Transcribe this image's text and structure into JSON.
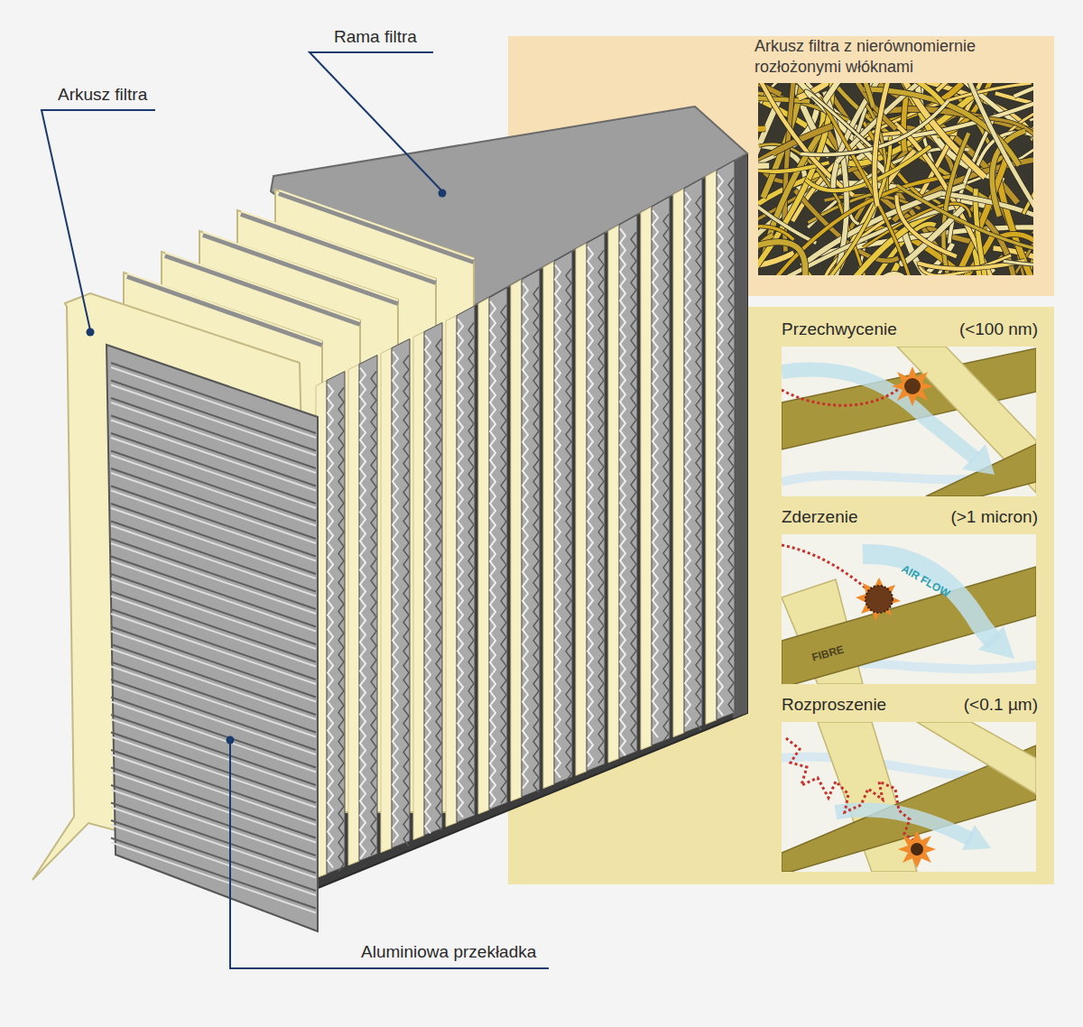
{
  "diagram": {
    "nodes": [
      {
        "text": [
          "Arkusz filtra z nierównomiernie rozłożonymi włóknami"
        ]
      },
      {
        "text": [
          "Przechwycenie",
          "(<100 nm)"
        ]
      },
      {
        "text": [
          "Zderzenie",
          "(>1 micron)"
        ]
      },
      {
        "text": [
          "Rozproszenie",
          "(<0.1 µm)"
        ]
      }
    ],
    "labels": [
      "Rama filtra",
      "Arkusz filtra",
      "AIR FLOW",
      "FIBRE",
      "Aluminiowa przekładka"
    ]
  }
}
